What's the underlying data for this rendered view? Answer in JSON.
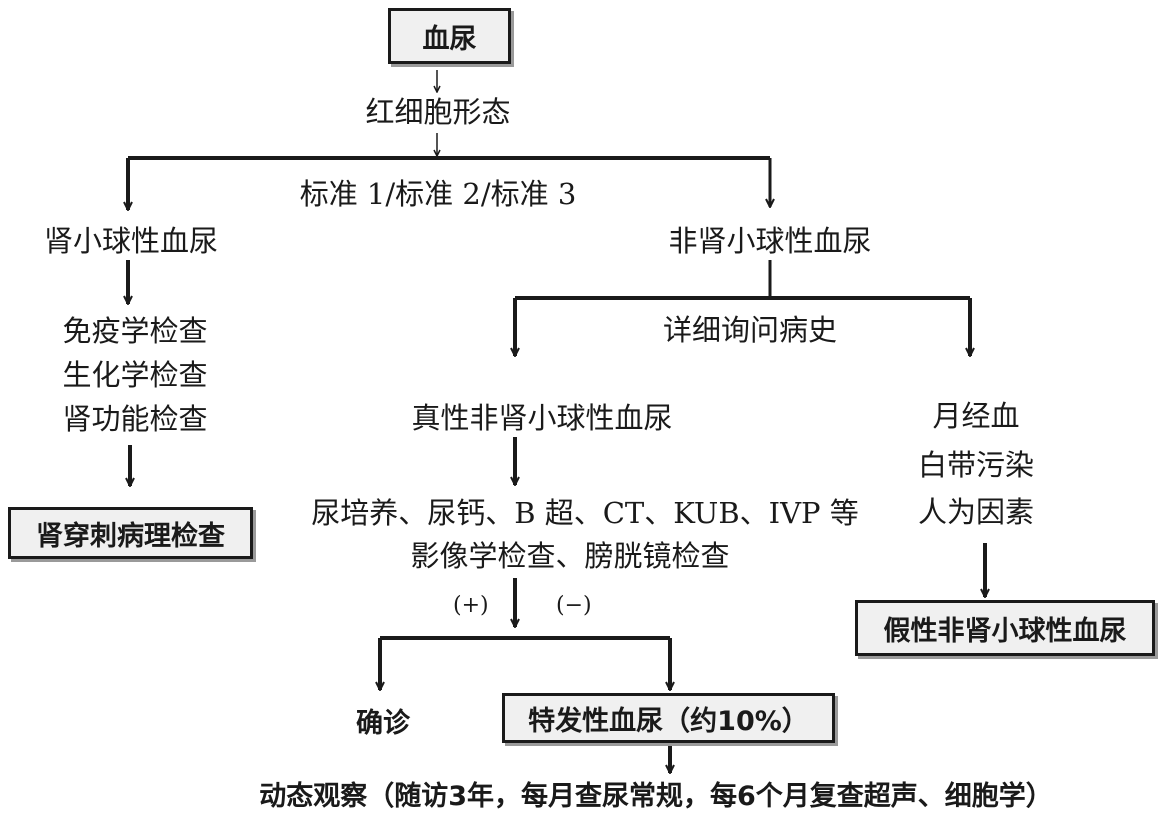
{
  "nodes": {
    "hematuria": "血尿",
    "rbc_morphology": "红细胞形态",
    "criteria": "标准 1/标准 2/标准 3",
    "glomerular": "肾小球性血尿",
    "non_glomerular": "非肾小球性血尿",
    "glomerular_tests": [
      "免疫学检查",
      "生化学检查",
      "肾功能检查"
    ],
    "renal_biopsy": "肾穿刺病理检查",
    "detailed_history": "详细询问病史",
    "true_non_glomerular": "真性非肾小球性血尿",
    "pseudo_causes": [
      "月经血",
      "白带污染",
      "人为因素"
    ],
    "pseudo_non_glomerular": "假性非肾小球性血尿",
    "imaging_line1": "尿培养、尿钙、B 超、CT、KUB、IVP 等",
    "imaging_line2": "影像学检查、膀胱镜检查",
    "positive": "(+)",
    "negative": "(−)",
    "diagnosis": "确诊",
    "idiopathic": "特发性血尿（约10%）",
    "follow_up": "动态观察（随访3年，每月查尿常规，每6个月复查超声、细胞学）"
  },
  "colors": {
    "line": "#1a1a1a",
    "box_fill": "#f0f0f0",
    "box_shadow": "#9a9a9a"
  }
}
